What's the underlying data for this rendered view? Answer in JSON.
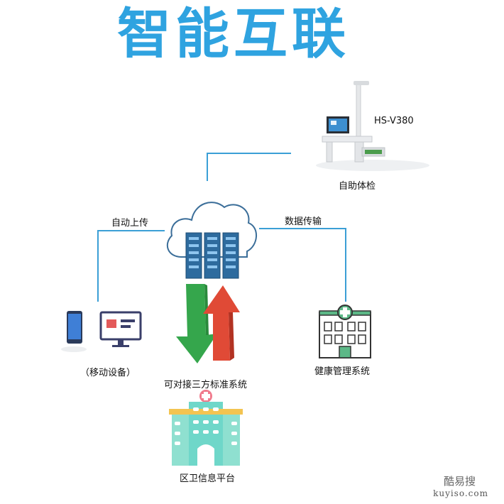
{
  "title": "智能互联",
  "nodes": {
    "device_model": "HS-V380",
    "self_check": "自助体检",
    "auto_upload": "自动上传",
    "data_transfer": "数据传输",
    "mobile": "（移动设备）",
    "third_party": "可对接三方标准系统",
    "health_system": "健康管理系统",
    "district_platform": "区卫信息平台"
  },
  "watermark": {
    "logo_text": "酷易搜",
    "domain": "kuyiso.com"
  },
  "colors": {
    "title": "#2fa3e0",
    "connector": "#3b9fd6",
    "server": "#2e6b9e",
    "arrow_up": "#e04a36",
    "arrow_down": "#35a64c"
  }
}
